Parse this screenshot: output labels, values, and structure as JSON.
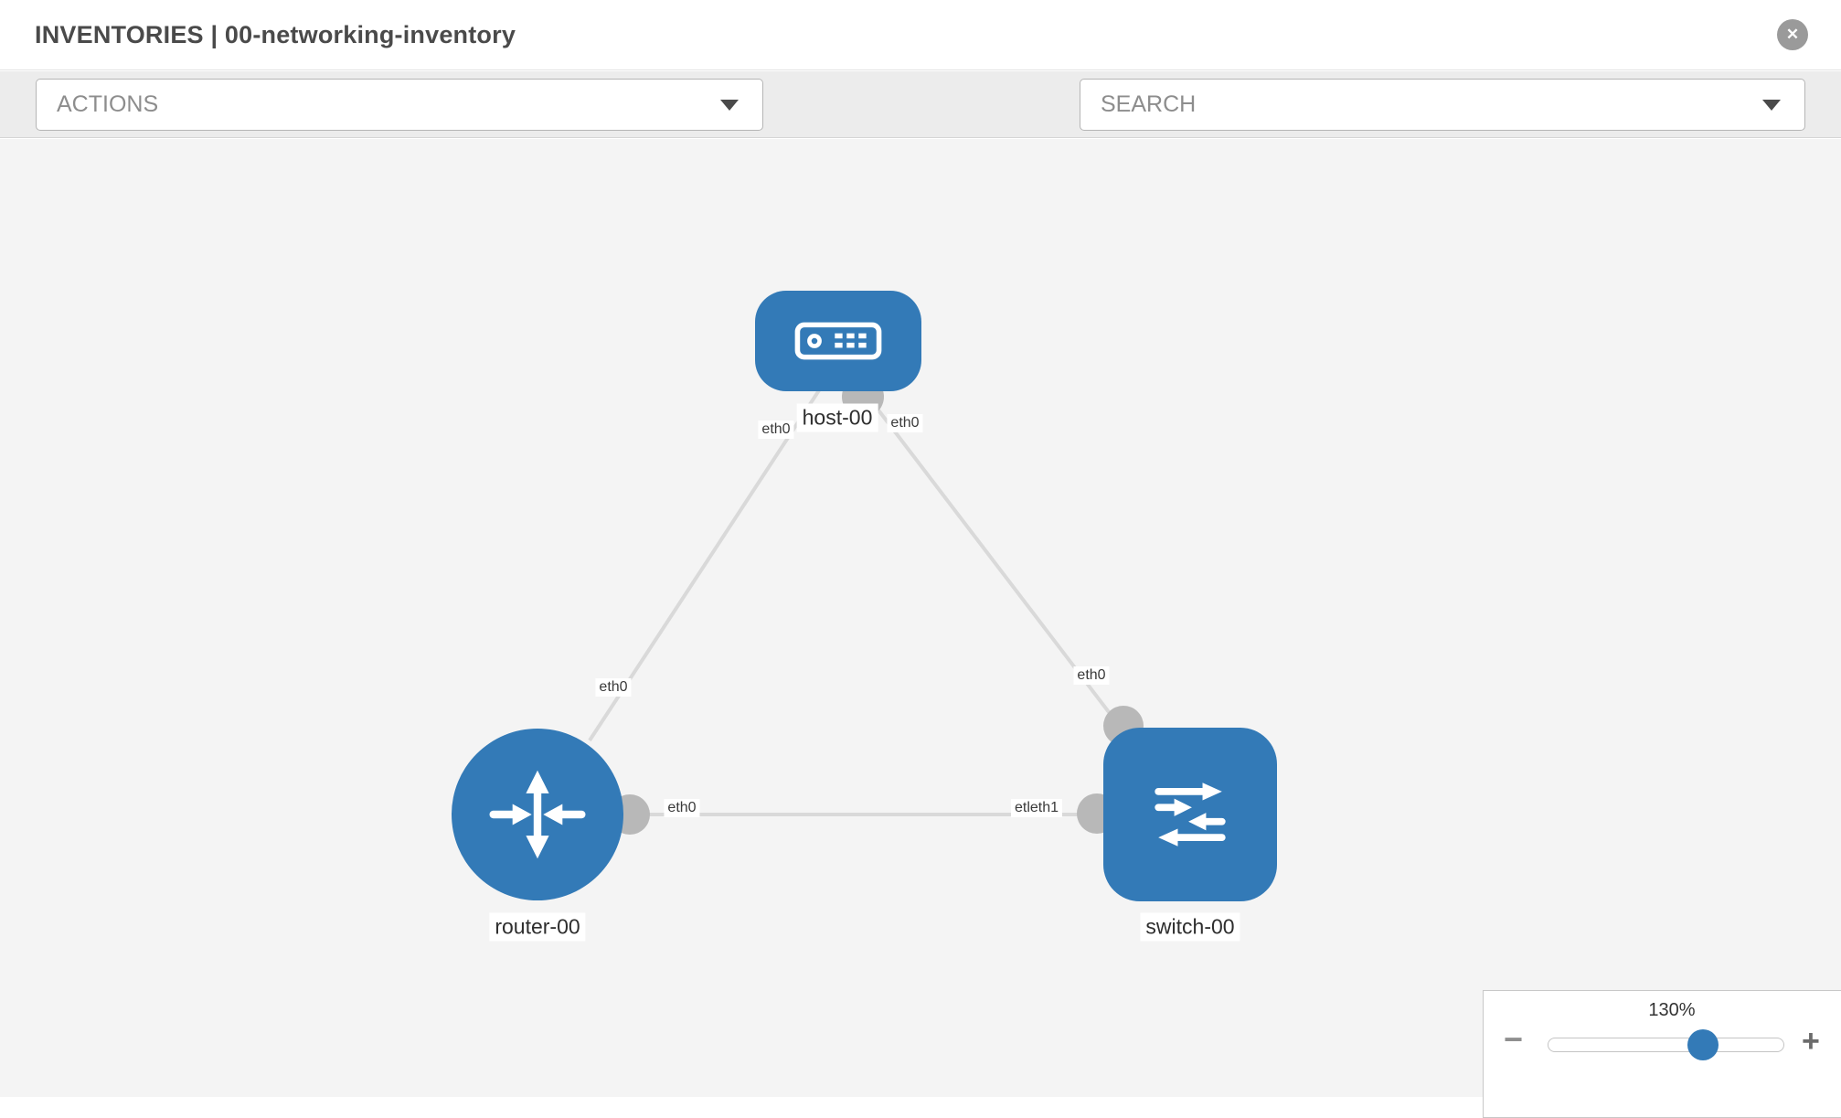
{
  "header": {
    "title": "INVENTORIES | 00-networking-inventory",
    "close_label": "✕"
  },
  "toolbar": {
    "actions_value": "ACTIONS",
    "search_value": "SEARCH"
  },
  "colors": {
    "node_blue": "#337ab7",
    "link_gray": "#d9d9d9",
    "connector_gray": "#b8b8b8"
  },
  "topology": {
    "nodes": [
      {
        "id": "host-00",
        "type": "host",
        "label": "host-00"
      },
      {
        "id": "router-00",
        "type": "router",
        "label": "router-00"
      },
      {
        "id": "switch-00",
        "type": "switch",
        "label": "switch-00"
      }
    ],
    "interface_labels": {
      "host_left": "eth0",
      "host_right": "eth0",
      "router_top": "eth0",
      "router_right": "eth0",
      "switch_top": "eth0",
      "switch_left": "etleth1"
    }
  },
  "zoom": {
    "level": "130%",
    "minus_label": "−",
    "plus_label": "+"
  }
}
